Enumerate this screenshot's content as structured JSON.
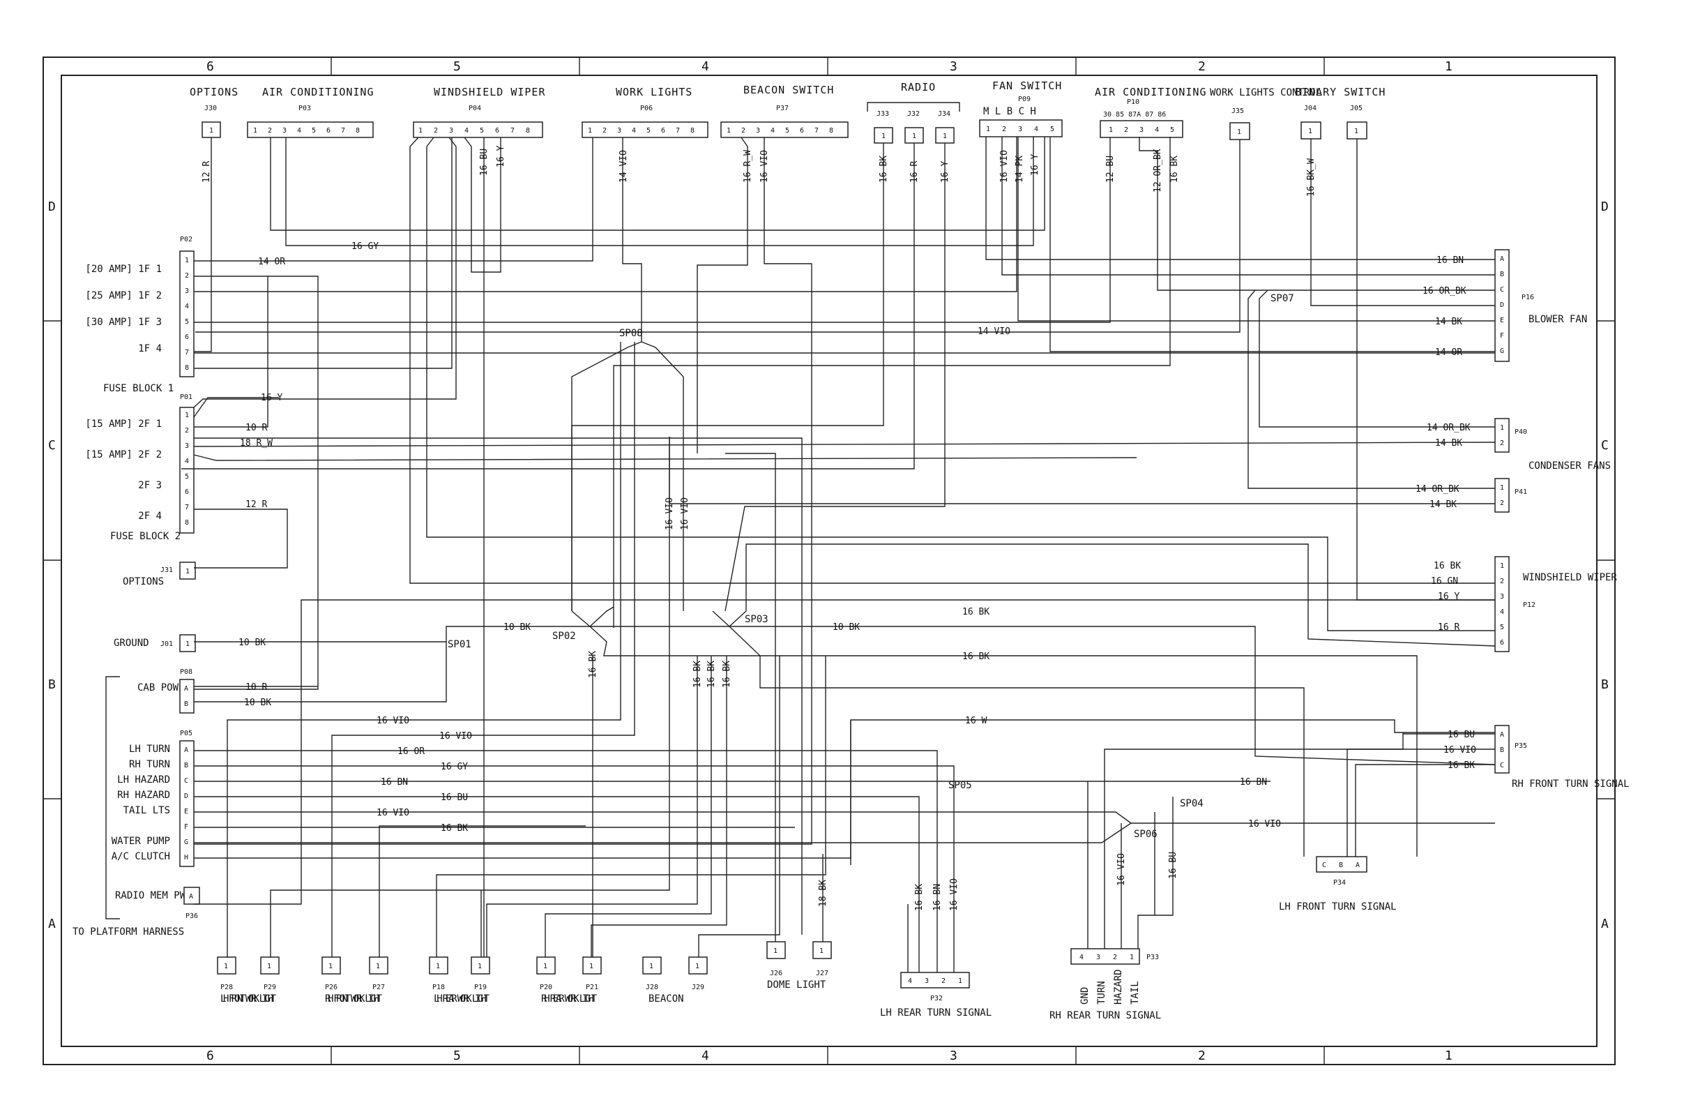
{
  "grid": {
    "columns": [
      "6",
      "5",
      "4",
      "3",
      "2",
      "1"
    ],
    "rows": [
      "D",
      "C",
      "B",
      "A"
    ]
  },
  "top_components": [
    {
      "id": "options-j30",
      "title": "OPTIONS",
      "ref": "J30",
      "pins": [
        "1"
      ]
    },
    {
      "id": "air-conditioning-p03",
      "title": "AIR CONDITIONING",
      "ref": "P03",
      "pins": [
        "1",
        "2",
        "3",
        "4",
        "5",
        "6",
        "7",
        "8"
      ]
    },
    {
      "id": "windshield-wiper-p04",
      "title": "WINDSHIELD WIPER",
      "ref": "P04",
      "pins": [
        "1",
        "2",
        "3",
        "4",
        "5",
        "6",
        "7",
        "8"
      ]
    },
    {
      "id": "work-lights-p06",
      "title": "WORK LIGHTS",
      "ref": "P06",
      "pins": [
        "1",
        "2",
        "3",
        "4",
        "5",
        "6",
        "7",
        "8"
      ]
    },
    {
      "id": "beacon-switch-p37",
      "title": "BEACON SWITCH",
      "ref": "P37",
      "pins": [
        "1",
        "2",
        "3",
        "4",
        "5",
        "6",
        "7",
        "8"
      ]
    },
    {
      "id": "radio",
      "title": "RADIO",
      "ref": "",
      "pins": []
    },
    {
      "id": "radio-j33",
      "title": "",
      "ref": "J33",
      "pins": [
        "1"
      ]
    },
    {
      "id": "radio-j32",
      "title": "",
      "ref": "J32",
      "pins": [
        "1"
      ]
    },
    {
      "id": "radio-j34",
      "title": "",
      "ref": "J34",
      "pins": [
        "1"
      ]
    },
    {
      "id": "fan-switch-p09",
      "title": "FAN SWITCH",
      "ref": "P09",
      "pins": [
        "1",
        "2",
        "3",
        "4",
        "5"
      ],
      "pin_letters": "M  L  B  C  H"
    },
    {
      "id": "air-conditioning-p10",
      "title": "AIR CONDITIONING",
      "ref": "P10",
      "pins": [
        "1",
        "2",
        "3",
        "4",
        "5"
      ],
      "pin_letters": "30 85 87A 87 86"
    },
    {
      "id": "work-lights-control-j35",
      "title": "WORK LIGHTS CONTROL",
      "ref": "J35",
      "pins": [
        "1"
      ]
    },
    {
      "id": "binary-switch",
      "title": "BINARY SWITCH",
      "ref": "",
      "pins": []
    },
    {
      "id": "binary-switch-j04",
      "title": "",
      "ref": "J04",
      "pins": [
        "1"
      ]
    },
    {
      "id": "binary-switch-j05",
      "title": "",
      "ref": "J05",
      "pins": [
        "1"
      ]
    }
  ],
  "fuse_block_1": {
    "ref": "P02",
    "title": "FUSE BLOCK 1",
    "pins": [
      "1",
      "2",
      "3",
      "4",
      "5",
      "6",
      "7",
      "8"
    ],
    "labels": [
      "[20 AMP] 1F 1",
      "[25 AMP] 1F 2",
      "[30 AMP] 1F 3",
      "1F 4"
    ]
  },
  "fuse_block_2": {
    "ref": "P01",
    "title": "FUSE BLOCK 2",
    "pins": [
      "1",
      "2",
      "3",
      "4",
      "5",
      "6",
      "7",
      "8"
    ],
    "labels": [
      "[15 AMP] 2F 1",
      "[15 AMP] 2F 2",
      "2F 3",
      "2F 4"
    ]
  },
  "left_connectors": {
    "options_j31": {
      "title": "OPTIONS",
      "ref": "J31",
      "pin": "1"
    },
    "ground_j01": {
      "title": "GROUND",
      "ref": "J01",
      "pin": "1"
    },
    "cab_power": {
      "title": "CAB POWER",
      "ref": "P08",
      "pins": [
        "A",
        "B"
      ]
    },
    "p05": {
      "ref": "P05",
      "pins": [
        "A",
        "B",
        "C",
        "D",
        "E",
        "F",
        "G",
        "H"
      ],
      "labels": [
        "LH TURN",
        "RH TURN",
        "LH HAZARD",
        "RH HAZARD",
        "TAIL LTS",
        "WATER PUMP",
        "A/C CLUTCH"
      ]
    },
    "radio_mem": {
      "title": "RADIO MEM PWR",
      "ref": "P36",
      "pin": "A"
    },
    "platform": "TO PLATFORM HARNESS"
  },
  "right_components": {
    "blower_fan": {
      "ref": "P16",
      "title": "BLOWER FAN",
      "pins": [
        "A",
        "B",
        "C",
        "D",
        "E",
        "F",
        "G"
      ]
    },
    "p40": {
      "ref": "P40",
      "pins": [
        "1",
        "2"
      ]
    },
    "p41": {
      "ref": "P41",
      "pins": [
        "1",
        "2"
      ]
    },
    "condenser": "CONDENSER FANS",
    "wiper_p12": {
      "ref": "P12",
      "title": "WINDSHIELD WIPER",
      "pins": [
        "1",
        "2",
        "3",
        "4",
        "5",
        "6"
      ]
    },
    "rh_front": {
      "ref": "P35",
      "title": "RH FRONT TURN SIGNAL",
      "pins": [
        "A",
        "B",
        "C"
      ]
    },
    "lh_front": {
      "ref": "P34",
      "title": "LH FRONT TURN SIGNAL",
      "pins": [
        "C",
        "B",
        "A"
      ]
    }
  },
  "bottom_components": [
    {
      "ref": "P28"
    },
    {
      "ref": "P29"
    },
    {
      "ref": "P26"
    },
    {
      "ref": "P27"
    },
    {
      "ref": "P18"
    },
    {
      "ref": "P19"
    },
    {
      "ref": "P20"
    },
    {
      "ref": "P21"
    },
    {
      "ref": "J28"
    },
    {
      "ref": "J29"
    },
    {
      "ref": "J26"
    },
    {
      "ref": "J27"
    }
  ],
  "bottom_group_labels": [
    "LH FRONT WORK LIGHT",
    "RH FRONT WORK LIGHT",
    "LH REAR WORK LIGHT",
    "RH REAR WORK LIGHT",
    "BEACON",
    "DOME LIGHT"
  ],
  "lh_rear": {
    "ref": "P32",
    "title": "LH REAR TURN SIGNAL",
    "pins": [
      "4",
      "3",
      "2",
      "1"
    ]
  },
  "rh_rear": {
    "ref": "P33",
    "title": "RH REAR TURN SIGNAL",
    "pins": [
      "4",
      "3",
      "2",
      "1"
    ],
    "pin_names": [
      "GND",
      "TURN",
      "HAZARD",
      "TAIL"
    ]
  },
  "splices": [
    "SP01",
    "SP02",
    "SP03",
    "SP04",
    "SP05",
    "SP06",
    "SP07",
    "SP08"
  ],
  "wire_labels": {
    "w12r_top": "12 R",
    "w16gy": "16 GY",
    "w14or": "14 OR",
    "w16bu_p04": "16 BU",
    "w16y_p04": "16 Y",
    "w14vio_p06": "14 VIO",
    "w16rw": "16 R_W",
    "w16vio_p37": "16 VIO",
    "w16bk_j33": "16 BK",
    "w16r_j32": "16 R",
    "w16y_j34": "16 Y",
    "w16vio_p09": "16 VIO",
    "w14pk": "14 PK",
    "w16y_p09": "16 Y",
    "w12bu": "12 BU",
    "w12orbk": "12 OR_BK",
    "w16bk_p10": "16 BK",
    "w16bkw": "16 BK_W",
    "w16bn_blower": "16 BN",
    "w16orbk_blower": "16 OR_BK",
    "w14vio_blower": "14 VIO",
    "w14bk_blower": "14 BK",
    "w14or_blower": "14 OR",
    "w16y_fb2": "16 Y",
    "w10r_fb2": "10 R",
    "w18rw": "18 R_W",
    "w12r_fb2": "12 R",
    "w14orbk_p40": "14 OR_BK",
    "w14bk_p40": "14 BK",
    "w14orbk_p41": "14 OR_BK",
    "w14bk_p41": "14 BK",
    "w16vio_a": "16 VIO",
    "w16vio_b": "16 VIO",
    "w16bk_wiper": "16 BK",
    "w16gn": "16 GN",
    "w16y_wiper": "16 Y",
    "w16r_wiper": "16 R",
    "w10bk_gnd": "10 BK",
    "w10bk_sp01": "10 BK",
    "w10bk_sp03": "10 BK",
    "w16bk_sp03": "16 BK",
    "w16bk_sp03b": "16 BK",
    "w16bk_sp02": "16 BK",
    "w16bk_v1": "16 BK",
    "w16bk_v2": "16 BK",
    "w16bk_v3": "16 BK",
    "w10r_cab": "10 R",
    "w10bk_cab": "10 BK",
    "w16vio_r1": "16 VIO",
    "w16vio_r2": "16 VIO",
    "w16or_r": "16 OR",
    "w16gy_r": "16 GY",
    "w16bn_r": "16 BN",
    "w16bu_r": "16 BU",
    "w16vio_r3": "16 VIO",
    "w16bk_r": "16 BK",
    "w16w": "16 W",
    "w16bn_sp05": "16 BN",
    "w16vio_sp04": "16 VIO",
    "w16bu_p35": "16 BU",
    "w16vio_p35": "16 VIO",
    "w16bk_p35": "16 BK",
    "w18bk": "18 BK",
    "w16bk_p32": "16 BK",
    "w16bn_p32": "16 BN",
    "w16vio_p32": "16 VIO",
    "w16vio_p33": "16 VIO",
    "w16bu_p33": "16 BU"
  }
}
